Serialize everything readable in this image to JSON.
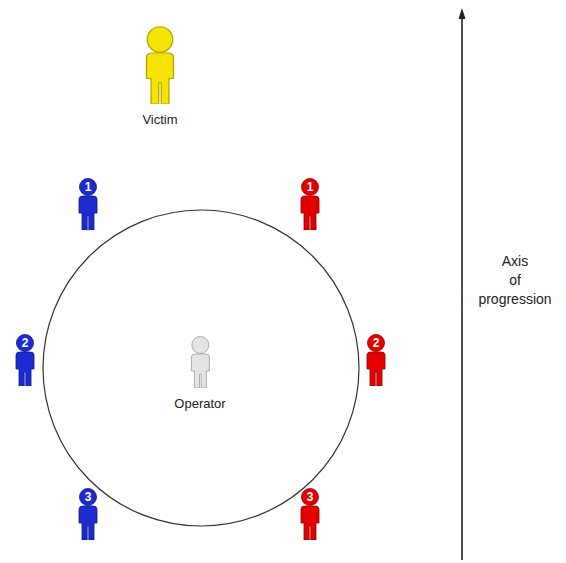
{
  "diagram": {
    "nodes": [
      {
        "text": [
          "Victim"
        ]
      },
      {
        "text": [
          "1"
        ]
      },
      {
        "text": [
          "1"
        ]
      },
      {
        "text": [
          "2"
        ]
      },
      {
        "text": [
          "Operator"
        ]
      },
      {
        "text": [
          "2"
        ]
      },
      {
        "text": [
          "3"
        ]
      },
      {
        "text": [
          "3"
        ]
      }
    ],
    "labels": [
      "Axis of progression"
    ]
  }
}
